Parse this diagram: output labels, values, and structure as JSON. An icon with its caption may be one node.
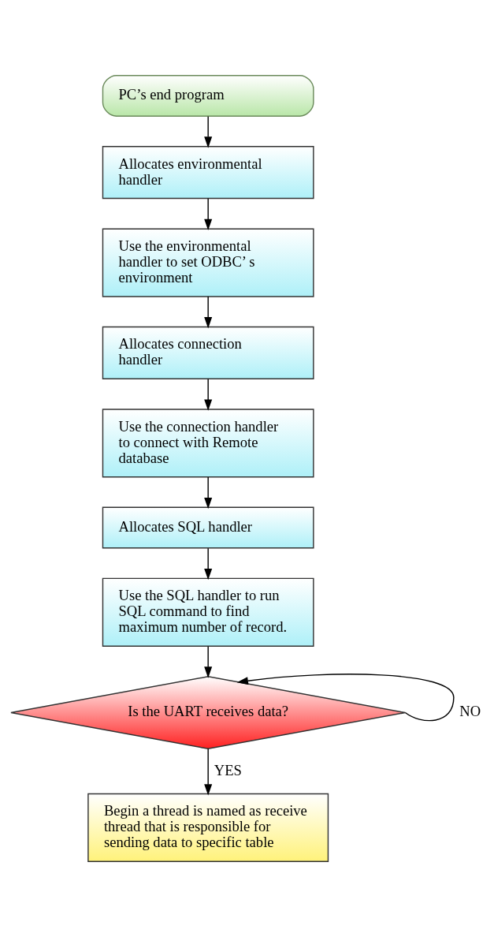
{
  "diagram": {
    "nodes": [
      {
        "text": [
          "PC’s end program"
        ]
      },
      {
        "text": [
          "Allocates environmental handler"
        ]
      },
      {
        "text": [
          "Use the environmental handler to set ODBC’ s environment"
        ]
      },
      {
        "text": [
          "Allocates connection handler"
        ]
      },
      {
        "text": [
          "Use the connection handler to connect with Remote database"
        ]
      },
      {
        "text": [
          "Allocates SQL handler"
        ]
      },
      {
        "text": [
          "Use the SQL handler to run SQL command to find maximum number of record."
        ]
      },
      {
        "text": [
          "Is the UART receives data?"
        ]
      },
      {
        "text": [
          "Begin a thread is named as receive thread that is responsible for sending data to specific table"
        ]
      }
    ],
    "edges": [
      {
        "from": 0,
        "to": 1,
        "arrow": "to"
      },
      {
        "from": 1,
        "to": 2,
        "arrow": "to"
      },
      {
        "from": 2,
        "to": 3,
        "arrow": "to"
      },
      {
        "from": 3,
        "to": 4,
        "arrow": "to"
      },
      {
        "from": 4,
        "to": 5,
        "arrow": "to"
      },
      {
        "from": 5,
        "to": 6,
        "arrow": "to"
      },
      {
        "from": 6,
        "to": 7,
        "arrow": "to"
      },
      {
        "from": 7,
        "to": 8,
        "arrow": "to",
        "label": "YES"
      },
      {
        "from": 7,
        "to": 7,
        "arrow": "to",
        "label": "NO"
      }
    ]
  }
}
